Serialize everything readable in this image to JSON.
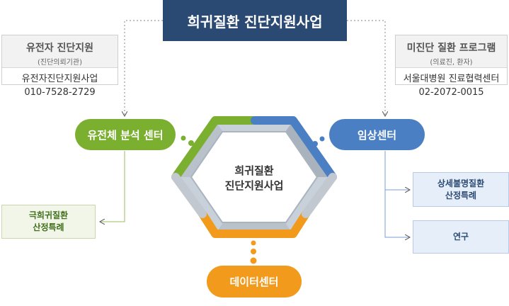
{
  "title": "희귀질환 진단지원사업",
  "center_label_line1": "희귀질환",
  "center_label_line2": "진단지원사업",
  "left_info": {
    "title": "유전자 진단지원",
    "subtitle": "(진단의뢰기관)",
    "line1": "유전자진단지원사업",
    "line2": "010-7528-2729"
  },
  "right_info": {
    "title": "미진단 질환 프로그램",
    "subtitle": "(의료진, 환자)",
    "line1": "서울대병원 진료협력센터",
    "line2": "02-2072-0015"
  },
  "nodes": {
    "genome_center": "유전체 분석 센터",
    "clinical_center": "임상센터",
    "data_center": "데이터센터"
  },
  "sub_items": {
    "genome_1_line1": "극희귀질환",
    "genome_1_line2": "산정특례",
    "clinical_1_line1": "상세불명질환",
    "clinical_1_line2": "산정특례",
    "clinical_2": "연구"
  },
  "colors": {
    "navy": "#2b4a73",
    "green": "#7aaf2f",
    "blue": "#4a7fc4",
    "orange": "#f29a1b",
    "gray": "#c8c8c8"
  }
}
